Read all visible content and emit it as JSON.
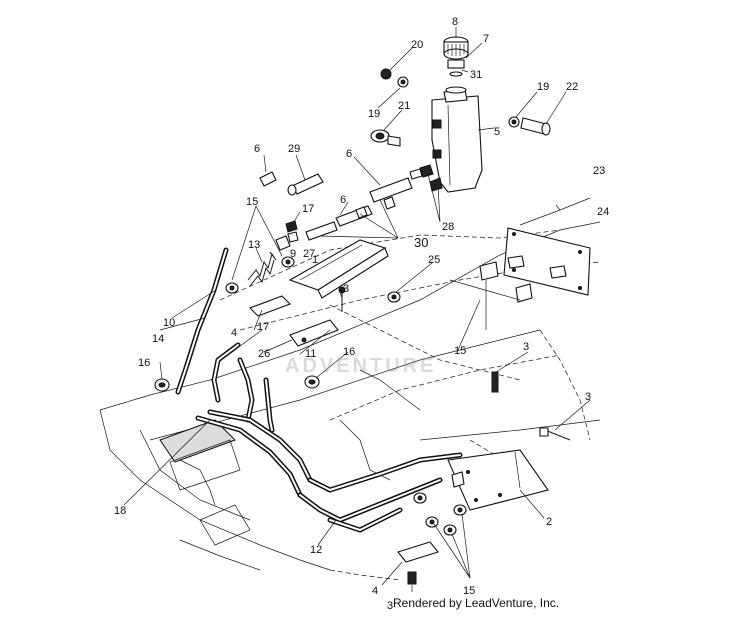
{
  "diagram": {
    "callouts": [
      {
        "id": "c8",
        "text": "8"
      },
      {
        "id": "c7",
        "text": "7"
      },
      {
        "id": "c20",
        "text": "20"
      },
      {
        "id": "c31",
        "text": "31"
      },
      {
        "id": "c19a",
        "text": "19"
      },
      {
        "id": "c19b",
        "text": "19"
      },
      {
        "id": "c22",
        "text": "22"
      },
      {
        "id": "c21",
        "text": "21"
      },
      {
        "id": "c5",
        "text": "5"
      },
      {
        "id": "c6a",
        "text": "6"
      },
      {
        "id": "c29",
        "text": "29"
      },
      {
        "id": "c6b",
        "text": "6"
      },
      {
        "id": "c6c",
        "text": "6"
      },
      {
        "id": "c23",
        "text": "23"
      },
      {
        "id": "c28",
        "text": "28"
      },
      {
        "id": "c24",
        "text": "24"
      },
      {
        "id": "c15a",
        "text": "15"
      },
      {
        "id": "c17a",
        "text": "17"
      },
      {
        "id": "c9",
        "text": "9"
      },
      {
        "id": "c27",
        "text": "27"
      },
      {
        "id": "c30",
        "text": "30"
      },
      {
        "id": "c13",
        "text": "13"
      },
      {
        "id": "c1",
        "text": "1"
      },
      {
        "id": "c25",
        "text": "25"
      },
      {
        "id": "c3a",
        "text": "3"
      },
      {
        "id": "c10",
        "text": "10"
      },
      {
        "id": "c14",
        "text": "14"
      },
      {
        "id": "c4a",
        "text": "4"
      },
      {
        "id": "c17b",
        "text": "17"
      },
      {
        "id": "c26",
        "text": "26"
      },
      {
        "id": "c11",
        "text": "11"
      },
      {
        "id": "c16a",
        "text": "16"
      },
      {
        "id": "c15b",
        "text": "15"
      },
      {
        "id": "c3b",
        "text": "3"
      },
      {
        "id": "c16b",
        "text": "16"
      },
      {
        "id": "c3c",
        "text": "3"
      },
      {
        "id": "c18",
        "text": "18"
      },
      {
        "id": "c2",
        "text": "2"
      },
      {
        "id": "c12",
        "text": "12"
      },
      {
        "id": "c4b",
        "text": "4"
      },
      {
        "id": "c15c",
        "text": "15"
      },
      {
        "id": "c3d",
        "text": "3"
      }
    ]
  },
  "watermark": "ADVENTURE",
  "footer": "Rendered by LeadVenture, Inc."
}
